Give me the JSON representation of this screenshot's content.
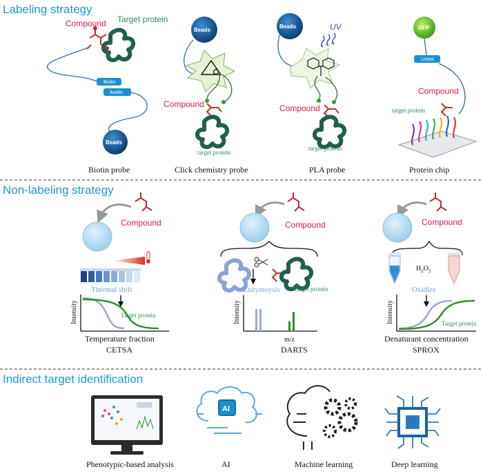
{
  "sections": {
    "labeling": "Labeling strategy",
    "non_labeling": "Non-labeling strategy",
    "indirect": "Indirect target identification"
  },
  "labels": {
    "compound": "Compound",
    "target_protein": "Target protein",
    "target_protein_small": "target protein",
    "beads": "Beads",
    "biotin": "Biotin",
    "avidin": "Avidin",
    "uv": "UV",
    "gfp": "GFP",
    "linker": "Linker",
    "thermal_shift": "Thermal shift",
    "enzymolysis": "Enzymoysis",
    "oxidize": "Oxidize",
    "h2o2_main": "H",
    "h2o2_sub1": "2",
    "h2o2_mid": "O",
    "h2o2_sub2": "2",
    "intensity": "Intensity",
    "temperature_fraction": "Temperature fraction",
    "mz": "m/z",
    "denaturant_concentration": "Denaturant concentration"
  },
  "captions": {
    "biotin_probe": "Biotin probe",
    "click_probe": "Click chemistry probe",
    "pla_probe": "PLA probe",
    "protein_chip": "Protein chip",
    "cetsa": "CETSA",
    "darts": "DARTS",
    "sprox": "SPROX",
    "phenotypic": "Phenotypic-based analysis",
    "ai": "AI",
    "ml": "Machine learning",
    "dl": "Deep learning"
  },
  "icons": [
    "monitor-icon",
    "ai-brain-icon",
    "gear-brain-icon",
    "chip-circuit-icon",
    "thermometer-icon",
    "scissors-icon",
    "tube-icon"
  ],
  "colors": {
    "accent": "#1a9ad6",
    "compound": "#e0174c",
    "protein": "#1f5f4e",
    "bead": "#0e5d9f",
    "target_curve": "#2e8b2e",
    "control_curve": "#9aa9cc"
  }
}
